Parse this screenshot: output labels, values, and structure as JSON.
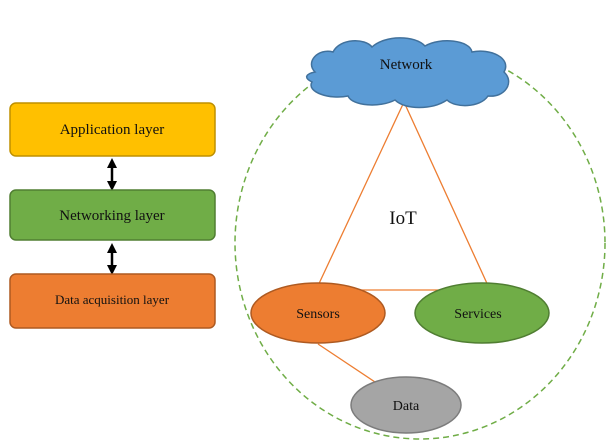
{
  "layers": {
    "application": "Application layer",
    "networking": "Networking layer",
    "data_acquisition": "Data acquisition layer"
  },
  "iot": {
    "center": "IoT",
    "network": "Network",
    "sensors": "Sensors",
    "services": "Services",
    "data": "Data"
  },
  "colors": {
    "application": "#FFC000",
    "networking": "#70AD47",
    "data_acquisition": "#ED7D31",
    "network_cloud": "#5B9BD5",
    "sensors": "#ED7D31",
    "services": "#70AD47",
    "data": "#A5A5A5",
    "connectors": "#ED7D31",
    "boundary": "#70AD47"
  }
}
